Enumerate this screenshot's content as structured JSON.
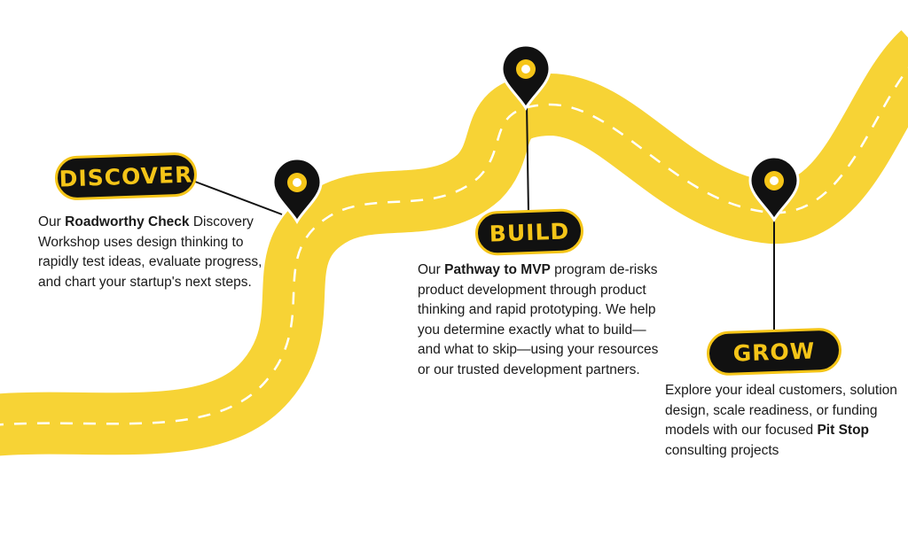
{
  "colors": {
    "road": "#f7d335",
    "dash": "#ffffff",
    "pin": "#111111",
    "accent": "#f5c518",
    "text": "#1a1a1a"
  },
  "stages": [
    {
      "label": "DISCOVER",
      "pre": "Our ",
      "bold": "Roadworthy Check",
      "post": " Discovery Workshop uses design thinking to rapidly test ideas, evaluate progress, and chart your startup's next steps."
    },
    {
      "label": "BUILD",
      "pre": "Our ",
      "bold": "Pathway to MVP",
      "post": " program de-risks product development through product thinking and rapid prototyping. We help you determine exactly what to build—and what to skip—using your resources or our trusted development partners."
    },
    {
      "label": "GROW",
      "pre": "Explore your ideal customers, solution design, scale readiness, or funding models with our focused ",
      "bold": "Pit Stop",
      "post": " consulting projects"
    }
  ]
}
